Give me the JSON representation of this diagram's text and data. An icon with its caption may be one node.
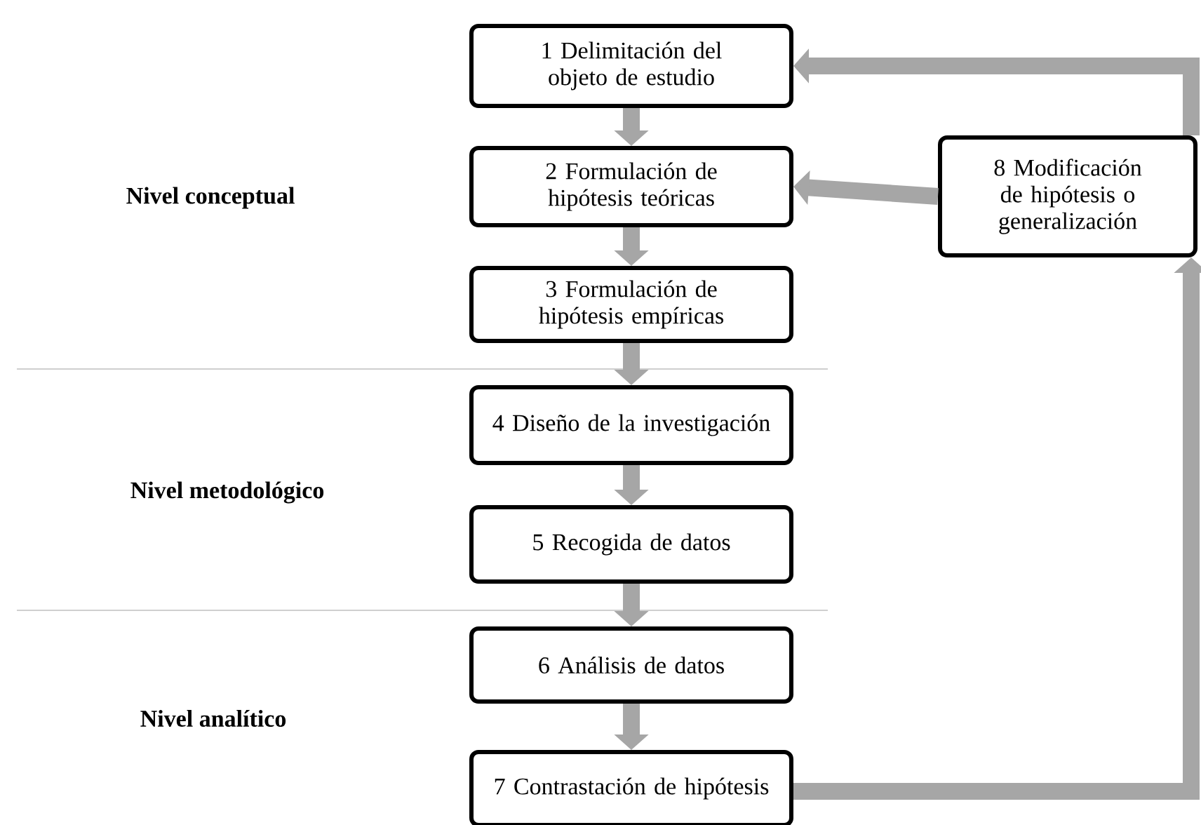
{
  "diagram": {
    "nodes": [
      {
        "text": [
          "1 Delimitación del objeto de estudio"
        ]
      },
      {
        "text": [
          "2 Formulación de hipótesis teóricas"
        ]
      },
      {
        "text": [
          "3 Formulación de hipótesis empíricas"
        ]
      },
      {
        "text": [
          "4 Diseño de la investigación"
        ]
      },
      {
        "text": [
          "5 Recogida de datos"
        ]
      },
      {
        "text": [
          "6 Análisis de datos"
        ]
      },
      {
        "text": [
          "7 Contrastación de hipótesis"
        ]
      },
      {
        "text": [
          "8 Modificación de hipótesis o generalización"
        ]
      }
    ],
    "edges": [
      {
        "from": 0,
        "to": 1,
        "arrow": "to"
      },
      {
        "from": 1,
        "to": 2,
        "arrow": "to"
      },
      {
        "from": 2,
        "to": 3,
        "arrow": "to"
      },
      {
        "from": 3,
        "to": 4,
        "arrow": "to"
      },
      {
        "from": 4,
        "to": 5,
        "arrow": "to"
      },
      {
        "from": 5,
        "to": 6,
        "arrow": "to"
      },
      {
        "from": 6,
        "to": 7,
        "arrow": "to"
      },
      {
        "from": 7,
        "to": 1,
        "arrow": "to"
      },
      {
        "from": 7,
        "to": 0,
        "arrow": "to"
      }
    ],
    "labels": [
      "Nivel conceptual",
      "Nivel metodológico",
      "Nivel analítico"
    ]
  }
}
